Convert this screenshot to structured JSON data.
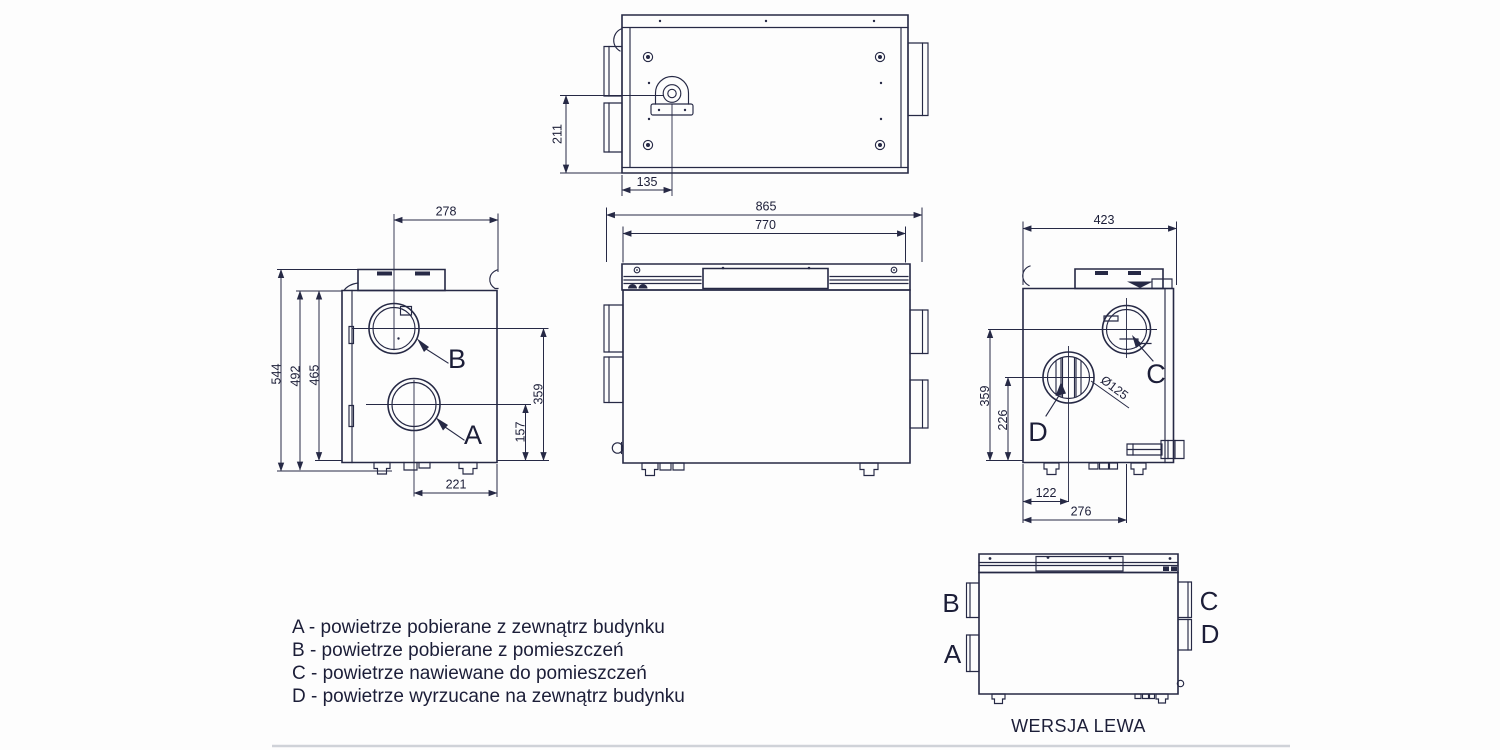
{
  "caption": "WERSJA LEWA",
  "legend": {
    "items": [
      {
        "text": "A - powietrze pobierane z zewnątrz budynku"
      },
      {
        "text": "B - powietrze pobierane z pomieszczeń"
      },
      {
        "text": "C - powietrze nawiewane do pomieszczeń"
      },
      {
        "text": "D - powietrze wyrzucane na zewnątrz budynku"
      }
    ]
  },
  "ports": {
    "a": "A",
    "b": "B",
    "c": "C",
    "d": "D"
  },
  "dimensions": {
    "top_view": {
      "gland_height": "211",
      "gland_offset": "135"
    },
    "left_side_view": {
      "top_width": "278",
      "total_height": "544",
      "body_height": "492",
      "case_height": "465",
      "port_b_height": "359",
      "port_a_height": "157",
      "port_a_offset": "221"
    },
    "front_view": {
      "total_width": "865",
      "body_width": "770"
    },
    "right_side_view": {
      "depth": "423",
      "port_c_height": "359",
      "port_d_height": "226",
      "port_d_offset": "122",
      "port_c_offset": "276",
      "duct_diameter": "Ø125"
    }
  },
  "colors": {
    "line": "#262945",
    "text": "#1c1e38",
    "page": "#fdfdfd",
    "separator": "#cfd2d8"
  }
}
